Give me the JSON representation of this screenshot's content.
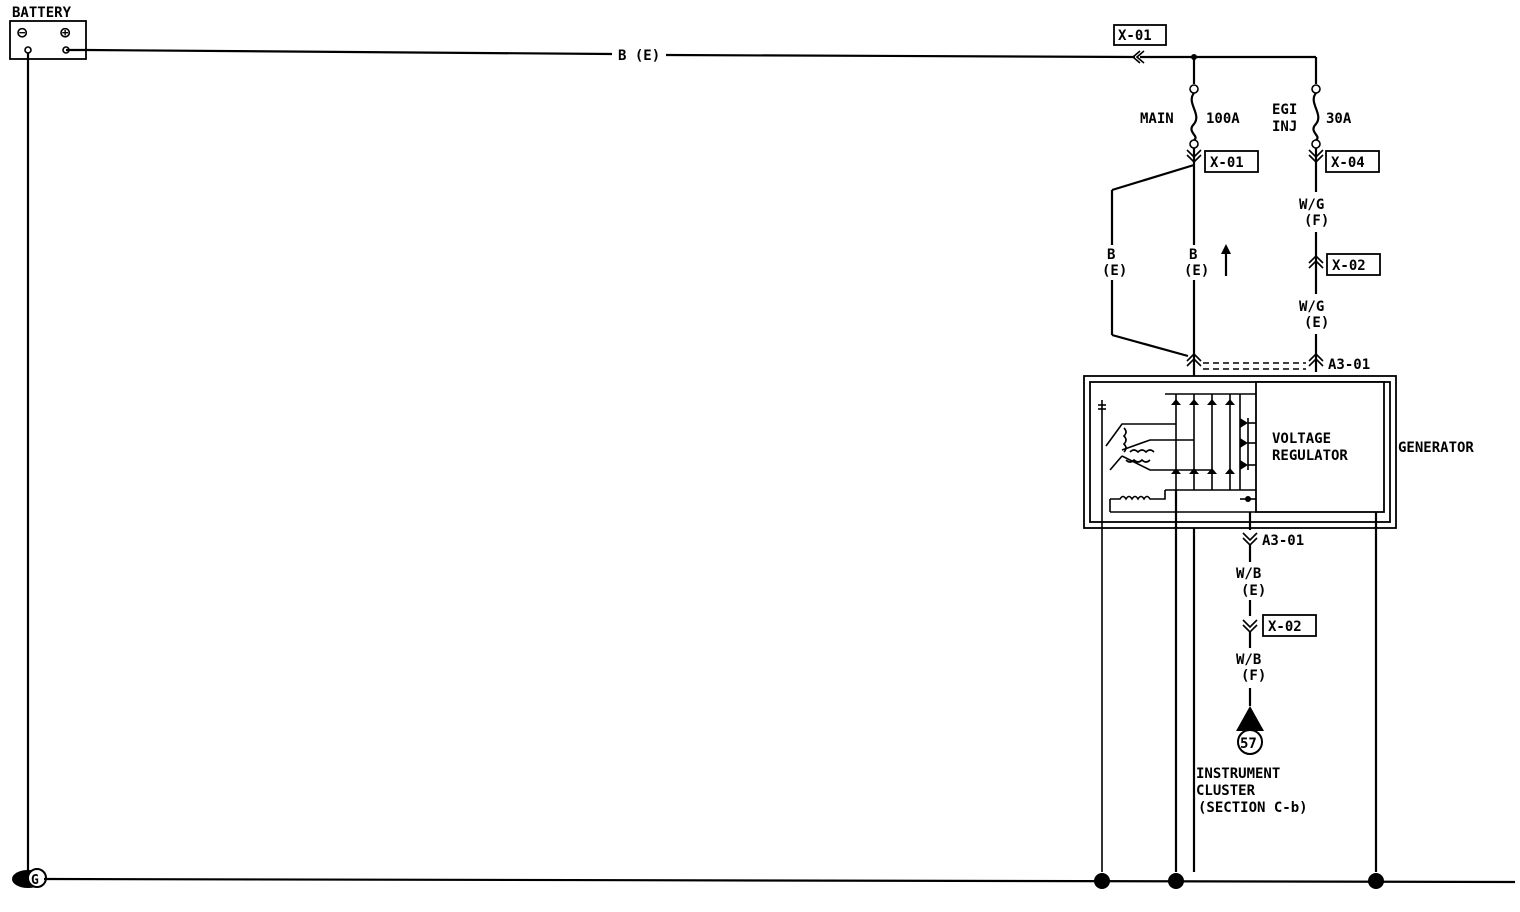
{
  "battery": {
    "label": "BATTERY",
    "neg_symbol": "⊖",
    "pos_symbol": "⊕"
  },
  "ground": {
    "symbol": "G"
  },
  "wires": {
    "main_feed": "B (E)",
    "branch_left_color": "B",
    "branch_left_spec": "(E)",
    "branch_mid_color": "B",
    "branch_mid_spec": "(E)",
    "egi_upper_color": "W/G",
    "egi_upper_spec": "(F)",
    "egi_lower_color": "W/G",
    "egi_lower_spec": "(E)",
    "lamp_upper_color": "W/B",
    "lamp_upper_spec": "(E)",
    "lamp_lower_color": "W/B",
    "lamp_lower_spec": "(F)"
  },
  "connectors": {
    "top": "X-01",
    "after_main": "X-01",
    "after_egi": "X-04",
    "egi_mid": "X-02",
    "gen_top": "A3-01",
    "gen_bottom": "A3-01",
    "lamp_mid": "X-02"
  },
  "fuses": {
    "main_name": "MAIN",
    "main_rating": "100A",
    "egi_name_1": "EGI",
    "egi_name_2": "INJ",
    "egi_rating": "30A"
  },
  "generator": {
    "label": "GENERATOR",
    "regulator_line_1": "VOLTAGE",
    "regulator_line_2": "REGULATOR"
  },
  "reference": {
    "number": "57",
    "line_1": "INSTRUMENT",
    "line_2": "CLUSTER",
    "line_3": "(SECTION C-b)"
  },
  "flow_arrow": "↑"
}
